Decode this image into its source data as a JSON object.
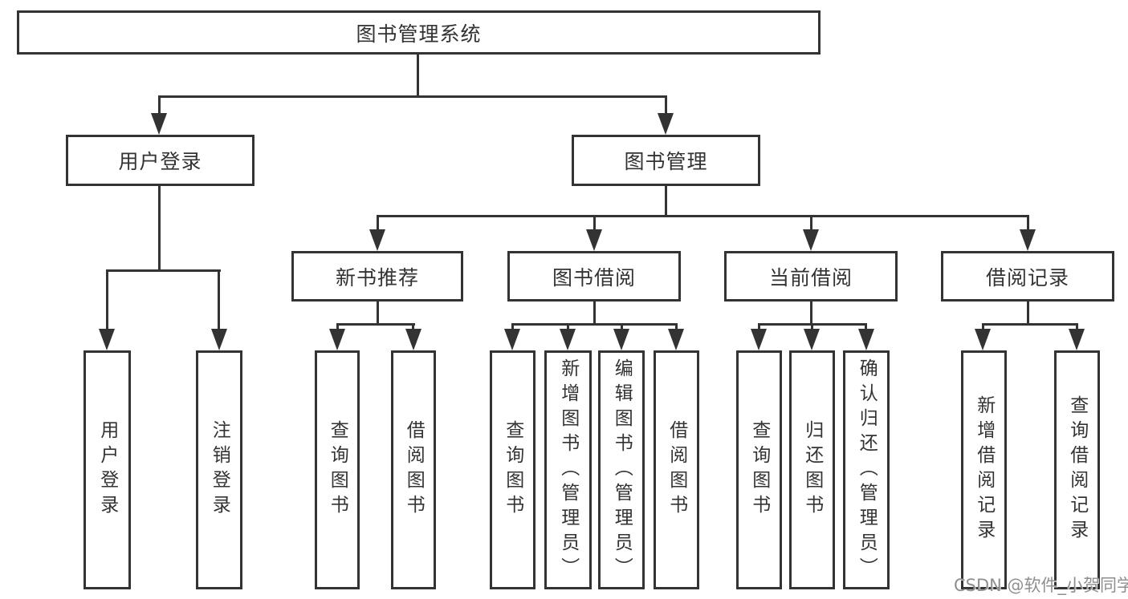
{
  "diagram": {
    "type": "hierarchy-diagram",
    "watermark": "CSDN @软件_小贺同学",
    "colors": {
      "line": "#333333",
      "box_border": "#333333",
      "text": "#333333",
      "watermark_text": "#8f8f8f",
      "background": "#ffffff"
    },
    "root": {
      "label": "图书管理系统"
    },
    "branches": [
      {
        "label": "用户登录",
        "children": [
          {
            "label": "用户登录"
          },
          {
            "label": "注销登录"
          }
        ]
      },
      {
        "label": "图书管理",
        "children": [
          {
            "label": "新书推荐",
            "children": [
              {
                "label": "查询图书"
              },
              {
                "label": "借阅图书"
              }
            ]
          },
          {
            "label": "图书借阅",
            "children": [
              {
                "label": "查询图书"
              },
              {
                "label": "新增图书（管理员）"
              },
              {
                "label": "编辑图书（管理员）"
              },
              {
                "label": "借阅图书"
              }
            ]
          },
          {
            "label": "当前借阅",
            "children": [
              {
                "label": "查询图书"
              },
              {
                "label": "归还图书"
              },
              {
                "label": "确认归还（管理员）"
              }
            ]
          },
          {
            "label": "借阅记录",
            "children": [
              {
                "label": "新增借阅记录"
              },
              {
                "label": "查询借阅记录"
              }
            ]
          }
        ]
      }
    ]
  }
}
